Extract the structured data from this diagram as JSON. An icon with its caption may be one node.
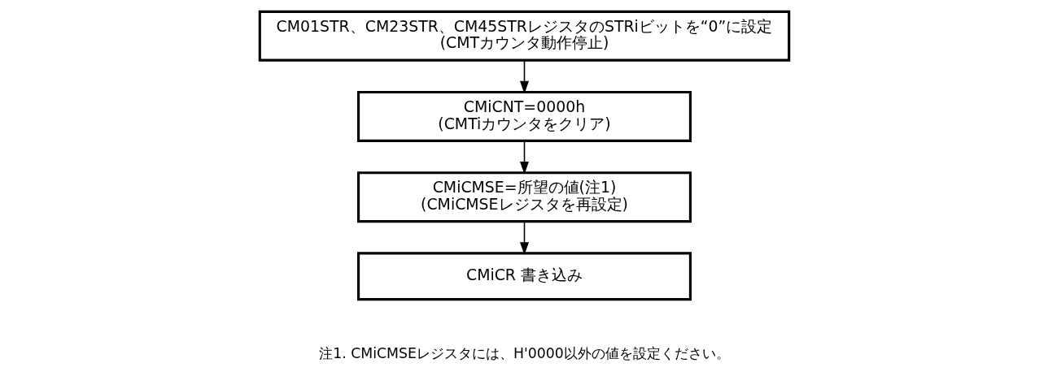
{
  "diagram": {
    "nodes": [
      {
        "text": [
          "CM01STR、CM23STR、CM45STRレジスタのSTRiビットを“0”に設定",
          "(CMTカウンタ動作停止)"
        ]
      },
      {
        "text": [
          "CMiCNT=0000h",
          "(CMTiカウンタをクリア)"
        ]
      },
      {
        "text": [
          "CMiCMSE=所望の値(注1)",
          "(CMiCMSEレジスタを再設定)"
        ]
      },
      {
        "text": [
          "CMiCR 書き込み"
        ]
      }
    ],
    "edges": [
      {
        "from": 0,
        "to": 1,
        "arrow": "to"
      },
      {
        "from": 1,
        "to": 2,
        "arrow": "to"
      },
      {
        "from": 2,
        "to": 3,
        "arrow": "to"
      }
    ],
    "labels": [
      "注1. CMiCMSEレジスタには、H'0000以外の値を設定ください。"
    ]
  }
}
